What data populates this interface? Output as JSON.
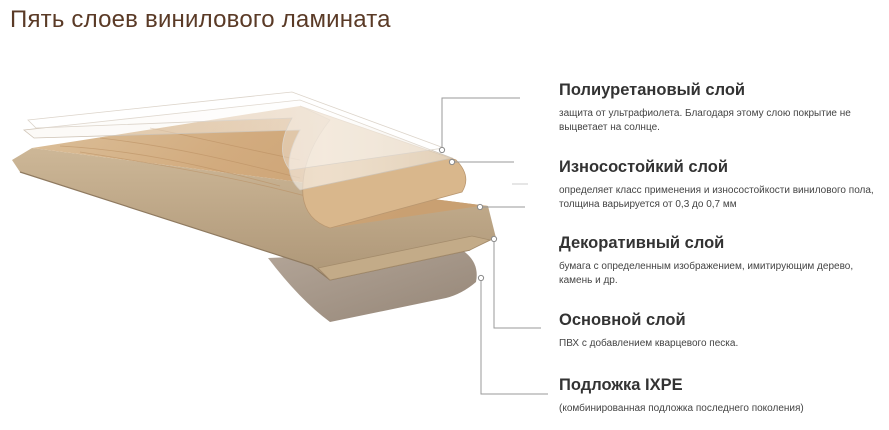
{
  "page": {
    "title": "Пять слоев винилового ламината"
  },
  "colors": {
    "title": "#5a3a26",
    "layer_title": "#333333",
    "description": "#444444",
    "leader_line": "#9a9a9a",
    "wood_top": "#d7b58b",
    "wood_edge": "#bfa581",
    "substrate": "#a5978a"
  },
  "layers": [
    {
      "title": "Полиуретановый слой",
      "description": "защита от ультрафиолета. Благодаря этому слою покрытие не выцветает на солнце."
    },
    {
      "title": "Износостойкий слой",
      "description": "определяет класс применения и износостойкости винилового пола, толщина варьируется от 0,3 до 0,7 мм"
    },
    {
      "title": "Декоративный слой",
      "description": "бумага с определенным изображением, имитирующим дерево, камень и др."
    },
    {
      "title": "Основной слой",
      "description": "ПВХ с добавлением кварцевого песка."
    },
    {
      "title": "Подложка IXPE",
      "description": "(комбинированная подложка последнего поколения)"
    }
  ]
}
